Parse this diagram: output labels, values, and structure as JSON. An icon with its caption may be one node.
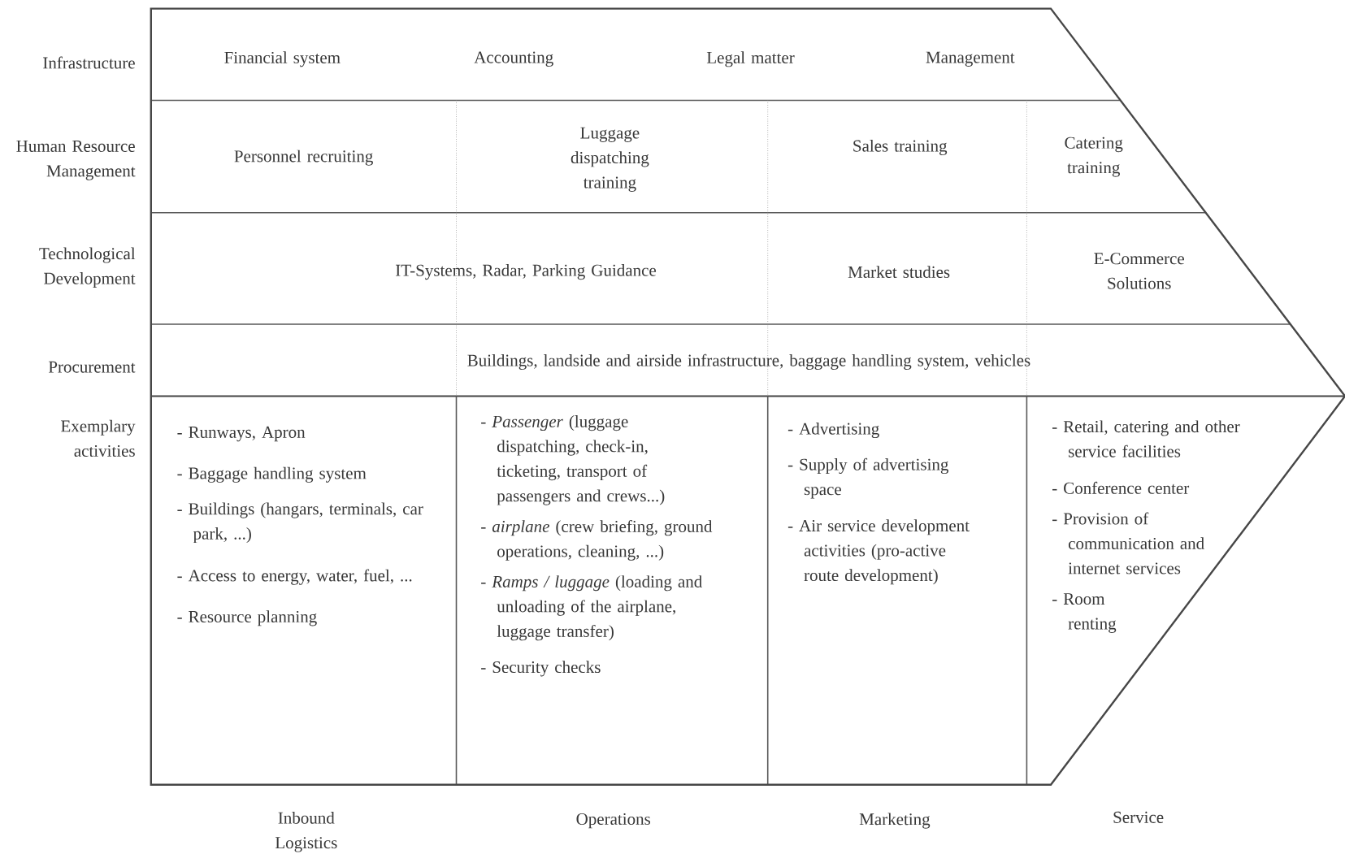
{
  "diagram": {
    "nodes": [
      {
        "text": [
          "Financial system"
        ]
      },
      {
        "text": [
          "Accounting"
        ]
      },
      {
        "text": [
          "Legal matter"
        ]
      },
      {
        "text": [
          "Management"
        ]
      },
      {
        "text": [
          "Personnel recruiting"
        ]
      },
      {
        "text": [
          "Luggage dispatching training"
        ]
      },
      {
        "text": [
          "Sales training"
        ]
      },
      {
        "text": [
          "Catering training"
        ]
      },
      {
        "text": [
          "IT-Systems, Radar, Parking Guidance"
        ]
      },
      {
        "text": [
          "Market studies"
        ]
      },
      {
        "text": [
          "E-Commerce Solutions"
        ]
      },
      {
        "text": [
          "Buildings, landside and airside infrastructure, baggage handling system, vehicles"
        ]
      },
      {
        "text": [
          "- Runways, Apron",
          "- Baggage handling system",
          "- Buildings (hangars, terminals, car park, ...)",
          "- Access to energy, water, fuel, ...",
          "- Resource planning"
        ]
      },
      {
        "text": [
          "- *Passenger* (luggage dispatching, check-in, ticketing, transport of passengers and crews...)",
          "- *airplane* (crew briefing, ground operations, cleaning, ...)",
          "- *Ramps / luggage* (loading and unloading of the airplane, luggage transfer)",
          "- Security checks"
        ]
      },
      {
        "text": [
          "- Advertising",
          "- Supply of advertising space",
          "- Air service development activities (pro-active route development)"
        ]
      },
      {
        "text": [
          "- Retail, catering and other service facilities",
          "- Conference center",
          "- Provision of communication and internet services",
          "- Room renting"
        ]
      }
    ],
    "labels": [
      "Infrastructure",
      "Human Resource Management",
      "Technological Development",
      "Procurement",
      "Exemplary activities",
      "Inbound Logistics",
      "Operations",
      "Marketing",
      "Service"
    ]
  }
}
